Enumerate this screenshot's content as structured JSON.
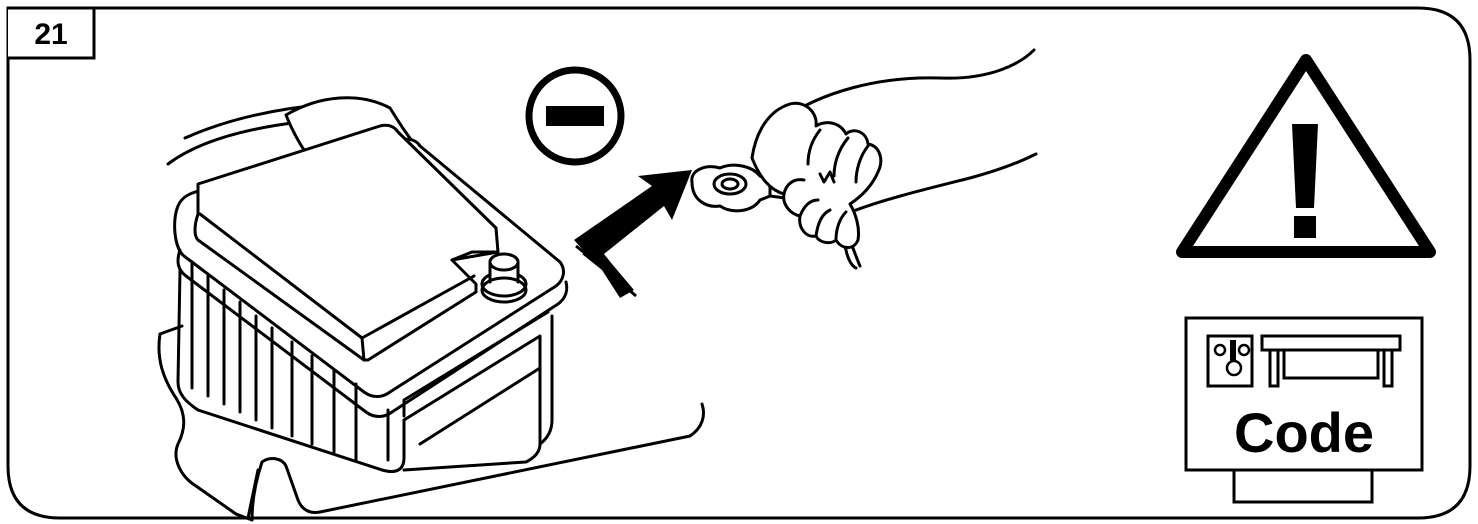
{
  "panel": {
    "step_number": "21"
  },
  "symbols": {
    "polarity_icon": "negative-terminal-icon",
    "warning_icon": "warning-triangle-icon",
    "code_label": "Code"
  },
  "illustration": {
    "objects": [
      "car-battery",
      "hand-holding-negative-cable-clamp",
      "direction-arrow"
    ]
  },
  "colors": {
    "line": "#000000",
    "background": "#ffffff"
  }
}
